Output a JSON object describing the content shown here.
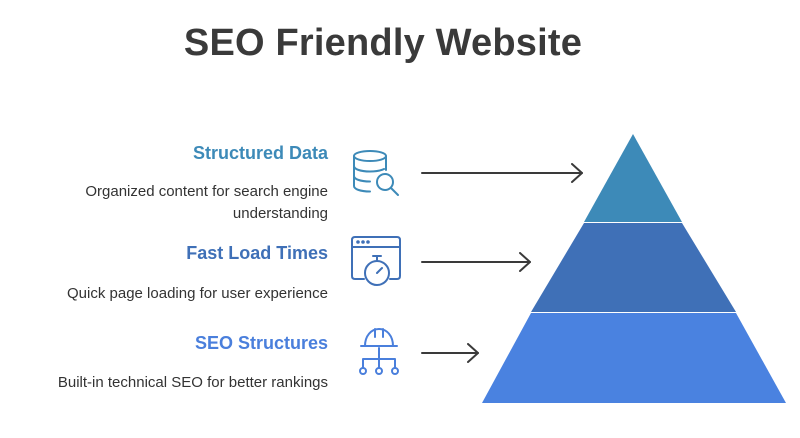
{
  "title": "SEO Friendly Website",
  "items": [
    {
      "title": "Structured Data",
      "description_lines": [
        "Organized content for search engine",
        "understanding"
      ],
      "icon": "database-search-icon",
      "color": "#3d8ab8"
    },
    {
      "title": "Fast Load Times",
      "description_lines": [
        "Quick page loading for user experience"
      ],
      "icon": "browser-stopwatch-icon",
      "color": "#3f70b7"
    },
    {
      "title": "SEO Structures",
      "description_lines": [
        "Built-in technical SEO for better rankings"
      ],
      "icon": "hardhat-network-icon",
      "color": "#4a7fdc"
    }
  ],
  "pyramid_colors": [
    "#3d8ab8",
    "#3f70b7",
    "#4a82e0"
  ]
}
